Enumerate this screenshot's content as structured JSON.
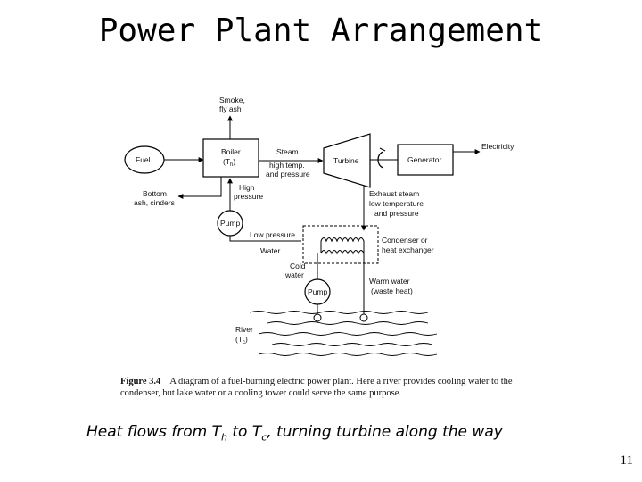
{
  "slide": {
    "title": "Power Plant Arrangement",
    "caption_fig": "Figure 3.4",
    "caption_text": "A diagram of a fuel-burning electric power plant. Here a river provides cooling water to the condenser, but lake water or a cooling tower could serve the same purpose.",
    "heat_prefix": "Heat flows from T",
    "heat_sub_h": "h",
    "heat_mid": " to T",
    "heat_sub_c": "c",
    "heat_suffix": ", turning turbine along the way",
    "page_number": "11"
  },
  "diagram": {
    "smoke": "Smoke,",
    "fly_ash": "fly ash",
    "fuel": "Fuel",
    "boiler": "Boiler",
    "boiler_temp": "(T",
    "boiler_temp_sub": "h",
    "boiler_temp_close": ")",
    "steam_1": "Steam",
    "steam_2": "high temp.",
    "steam_3": "and pressure",
    "turbine": "Turbine",
    "generator": "Generator",
    "electricity": "Electricity",
    "bottom_1": "Bottom",
    "bottom_2": "ash, cinders",
    "high_1": "High",
    "high_2": "pressure",
    "exhaust_1": "Exhaust steam",
    "exhaust_2": "low temperature",
    "exhaust_3": "and pressure",
    "pump": "Pump",
    "low_pressure": "Low pressure",
    "water": "Water",
    "condenser_1": "Condenser or",
    "condenser_2": "heat exchanger",
    "cold_1": "Cold",
    "cold_2": "water",
    "pump2": "Pump",
    "warm_1": "Warm water",
    "warm_2": "(waste heat)",
    "river_1": "River",
    "river_2": "(T",
    "river_sub": "c",
    "river_close": ")"
  }
}
